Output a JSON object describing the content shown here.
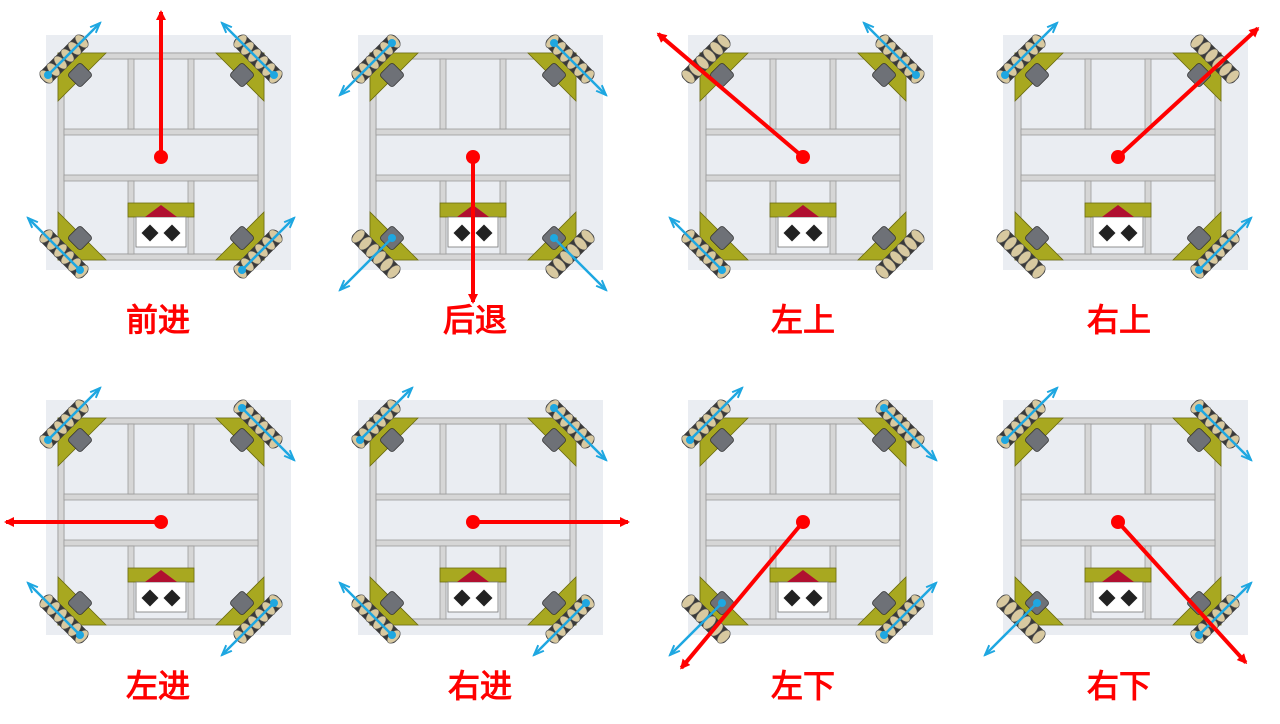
{
  "panels": [
    {
      "id": "forward",
      "label": "前进",
      "red_dir": [
        0,
        -1
      ]
    },
    {
      "id": "backward",
      "label": "后退",
      "red_dir": [
        0,
        1
      ]
    },
    {
      "id": "up-left",
      "label": "左上",
      "red_dir": [
        -1,
        -0.85
      ]
    },
    {
      "id": "up-right",
      "label": "右上",
      "red_dir": [
        1,
        -0.92
      ]
    },
    {
      "id": "left",
      "label": "左进",
      "red_dir": [
        -1,
        0
      ]
    },
    {
      "id": "right",
      "label": "右进",
      "red_dir": [
        1,
        0
      ]
    },
    {
      "id": "down-left",
      "label": "左下",
      "red_dir": [
        -1,
        1.2
      ]
    },
    {
      "id": "down-right",
      "label": "右下",
      "red_dir": [
        1,
        1.1
      ]
    }
  ],
  "colors": {
    "motion_arrow": "#ff0000",
    "wheel_arrow": "#1ea7e1",
    "frame": "#d6d6d6",
    "frame_edge": "#9a9a9a",
    "bracket": "#a8a820",
    "background_panel": "#eaedf2",
    "wheel": "#3a3a3a",
    "roller": "#d8c9a0",
    "marker": "#b01030"
  }
}
